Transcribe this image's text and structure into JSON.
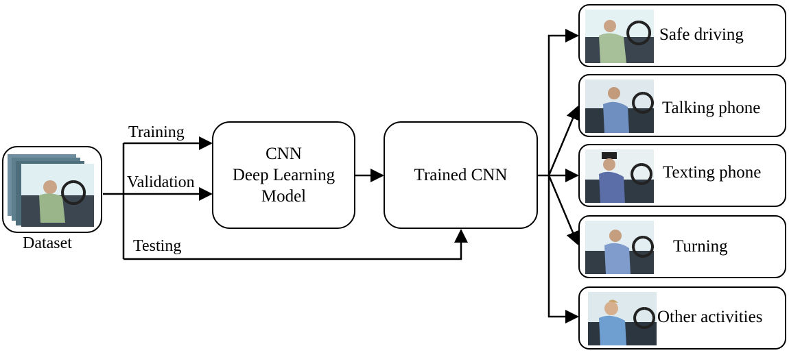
{
  "dataset": {
    "label": "Dataset",
    "icon": "stacked-driver-images-icon"
  },
  "edges": {
    "training": "Training",
    "validation": "Validation",
    "testing": "Testing"
  },
  "model": {
    "line1": "CNN",
    "line2": "Deep Learning",
    "line3": "Model"
  },
  "trained": {
    "label": "Trained CNN"
  },
  "outputs": [
    {
      "label": "Safe driving",
      "icon": "driver-safe-driving-photo"
    },
    {
      "label": "Talking phone",
      "icon": "driver-talking-phone-photo"
    },
    {
      "label": "Texting phone",
      "icon": "driver-texting-phone-photo"
    },
    {
      "label": "Turning",
      "icon": "driver-turning-photo"
    },
    {
      "label": "Other activities",
      "icon": "driver-other-activities-photo"
    }
  ]
}
